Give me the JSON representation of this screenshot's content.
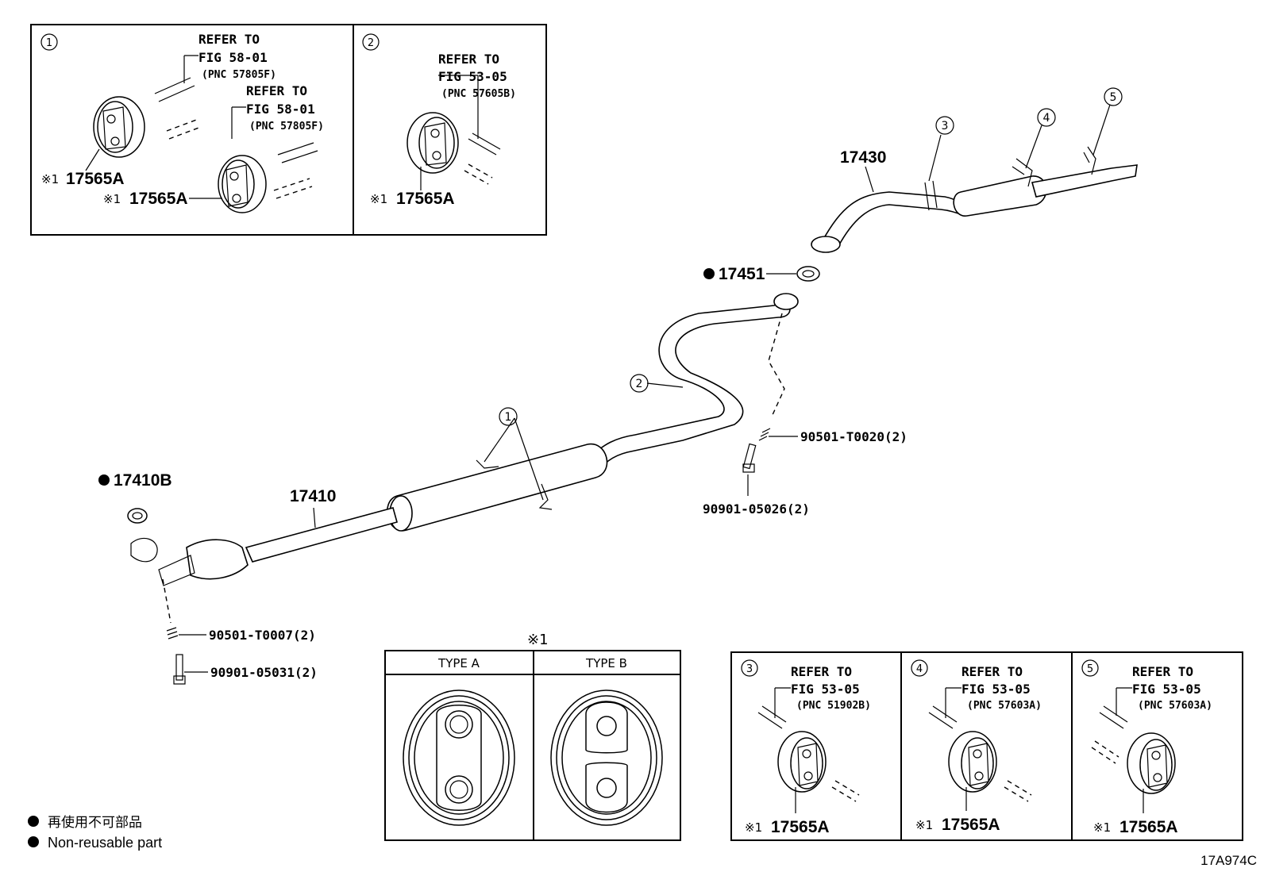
{
  "parts": {
    "p17430": "17430",
    "p17451": "17451",
    "p17410B": "17410B",
    "p17410": "17410",
    "p90501_T0020": "90501-T0020(2)",
    "p90901_05026": "90901-05026(2)",
    "p90501_T0007": "90501-T0007(2)",
    "p90901_05031": "90901-05031(2)"
  },
  "callouts": [
    "1",
    "2",
    "3",
    "4",
    "5"
  ],
  "hanger_part": "17565A",
  "note_mark": "※1",
  "bullet": "●",
  "panel1": {
    "num": "1",
    "ref_a": "REFER TO",
    "fig_a": "FIG 58-01",
    "pnc_a": "(PNC 57805F)",
    "ref_b": "REFER TO",
    "fig_b": "FIG 58-01",
    "pnc_b": "(PNC 57805F)"
  },
  "panel2": {
    "num": "2",
    "ref": "REFER TO",
    "fig": "FIG 53-05",
    "pnc": "(PNC 57605B)"
  },
  "panel3": {
    "num": "3",
    "ref": "REFER TO",
    "fig": "FIG 53-05",
    "pnc": "(PNC 51902B)"
  },
  "panel4": {
    "num": "4",
    "ref": "REFER TO",
    "fig": "FIG 53-05",
    "pnc": "(PNC 57603A)"
  },
  "panel5": {
    "num": "5",
    "ref": "REFER TO",
    "fig": "FIG 53-05",
    "pnc": "(PNC 57603A)"
  },
  "type_table": {
    "mark": "※1",
    "type_a": "TYPE A",
    "type_b": "TYPE B"
  },
  "legend": {
    "line1": "再使用不可部品",
    "line2": "Non-reusable part"
  },
  "figure_code": "17A974C"
}
